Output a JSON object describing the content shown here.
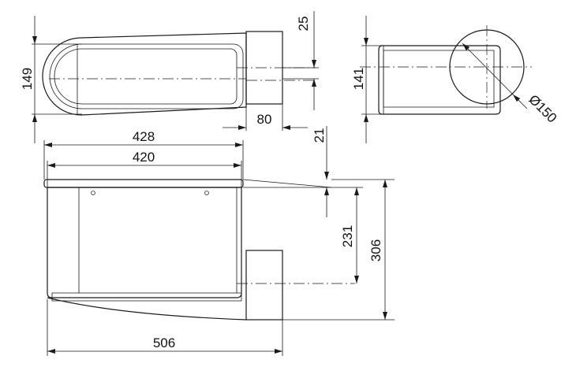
{
  "dimensions": {
    "top_view": {
      "height_149": "149",
      "offset_25": "25",
      "depth_80": "80"
    },
    "side_view": {
      "height_141": "141",
      "diameter_150": "Ø150"
    },
    "front_view": {
      "width_428": "428",
      "width_420": "420",
      "height_21": "21",
      "height_231": "231",
      "height_306": "306",
      "width_506": "506"
    }
  }
}
